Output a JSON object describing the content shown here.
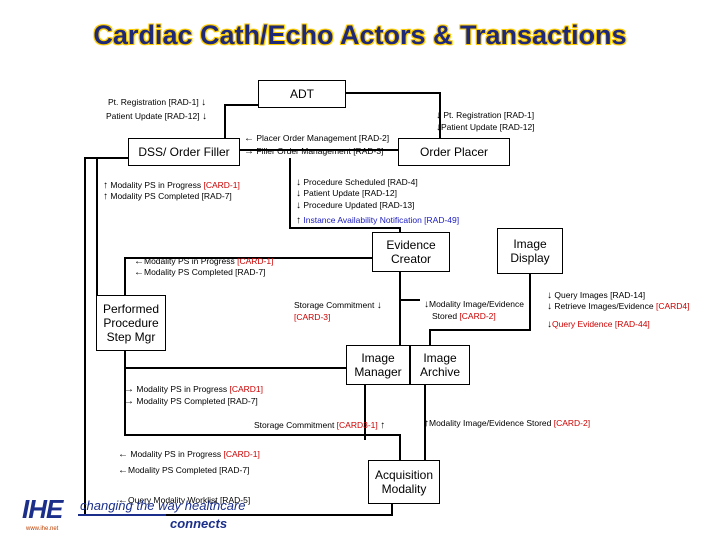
{
  "title": "Cardiac Cath/Echo Actors & Transactions",
  "actors": {
    "adt": "ADT",
    "dss": "DSS/ Order Filler",
    "order_placer": "Order Placer",
    "evidence_creator": "Evidence\nCreator",
    "image_display": "Image\nDisplay",
    "ppsm": "Performed\nProcedure\nStep Mgr",
    "image_manager": "Image\nManager",
    "image_archive": "Image\nArchive",
    "acquisition_modality": "Acquisition\nModality"
  },
  "transactions": {
    "adt_dss_1": "Pt. Registration [RAD-1]",
    "adt_dss_2": "Patient Update [RAD-12]",
    "adt_op_1": "Pt. Registration [RAD-1]",
    "adt_op_2": "Patient Update [RAD-12]",
    "dss_op_1": "Placer Order Management [RAD-2]",
    "dss_op_2": "Filler Order Management [RAD-3]",
    "ppsm_dss_1_text": "Modality PS in Progress ",
    "ppsm_dss_1_code": "[CARD-1]",
    "ppsm_dss_2": "Modality PS Completed [RAD-7]",
    "dss_im_1": "Procedure Scheduled [RAD-4]",
    "dss_im_2": "Patient Update [RAD-12]",
    "dss_im_3": "Procedure Updated [RAD-13]",
    "ian": "Instance Availability Notification [RAD-49]",
    "ec_ppsm_1_text": "Modality PS in Progress ",
    "ec_ppsm_1_code": "[CARD-1]",
    "ec_ppsm_2": "Modality PS Completed [RAD-7]",
    "ec_sc_text": "Storage Commitment",
    "ec_sc_code": "[CARD-3]",
    "ec_store_text": "Modality Image/Evidence",
    "ec_store_text2": "Stored ",
    "ec_store_code": "[CARD-2]",
    "id_q1": "Query Images [RAD-14]",
    "id_q2_text": "Retrieve Images/Evidence ",
    "id_q2_code": "[CARD4]",
    "id_q3": "Query Evidence [RAD-44]",
    "mod_ppsm_1_text": "Modality PS in Progress ",
    "mod_ppsm_1_code": "[CARD1]",
    "mod_ppsm_2": "Modality PS Completed [RAD-7]",
    "mod_sc_text": "Storage Commitment ",
    "mod_sc_code": "[CARD3-1]",
    "mod_store_text": "Modality Image/Evidence Stored ",
    "mod_store_code": "[CARD-2]",
    "mod_dss_1_text": "Modality PS in Progress ",
    "mod_dss_1_code": "[CARD-1]",
    "mod_dss_2": "Modality PS Completed [RAD-7]",
    "mod_dss_3": "Query Modality Worklist [RAD-5]"
  },
  "logo": {
    "brand": "IHE",
    "tagline": "changing the way healthcare",
    "connects": "connects",
    "url": "www.ihe.net"
  },
  "colors": {
    "title": "#1e2a78",
    "title_glow": "#ffcc00",
    "card_code": "#cc0000",
    "ian": "#1a1ac0"
  }
}
